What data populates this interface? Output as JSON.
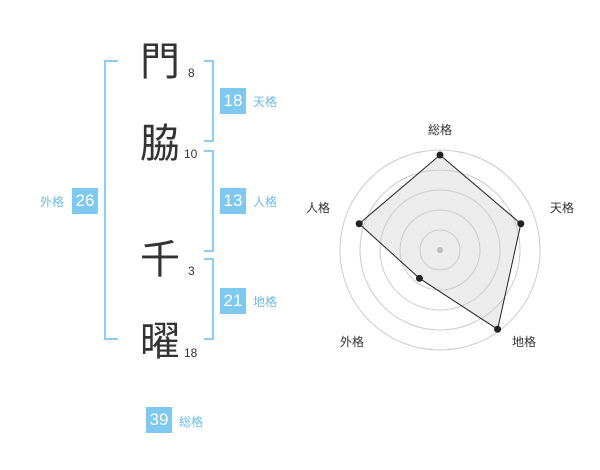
{
  "name_chars": [
    {
      "char": "門",
      "strokes": "8"
    },
    {
      "char": "脇",
      "strokes": "10"
    },
    {
      "char": "千",
      "strokes": "3"
    },
    {
      "char": "曜",
      "strokes": "18"
    }
  ],
  "fortunes": {
    "tenkaku": {
      "label": "天格",
      "value": "18"
    },
    "jinkaku": {
      "label": "人格",
      "value": "13"
    },
    "chikaku": {
      "label": "地格",
      "value": "21"
    },
    "gaikaku": {
      "label": "外格",
      "value": "26"
    },
    "soukaku": {
      "label": "総格",
      "value": "39"
    }
  },
  "colors": {
    "badge": "#7fc8f0",
    "bracket": "#8dcff2",
    "label": "#6cbce8"
  },
  "chart_data": {
    "type": "radar",
    "axes": [
      "総格",
      "天格",
      "地格",
      "外格",
      "人格"
    ],
    "values": [
      0.95,
      0.85,
      0.98,
      0.35,
      0.85
    ],
    "rings": 5
  }
}
